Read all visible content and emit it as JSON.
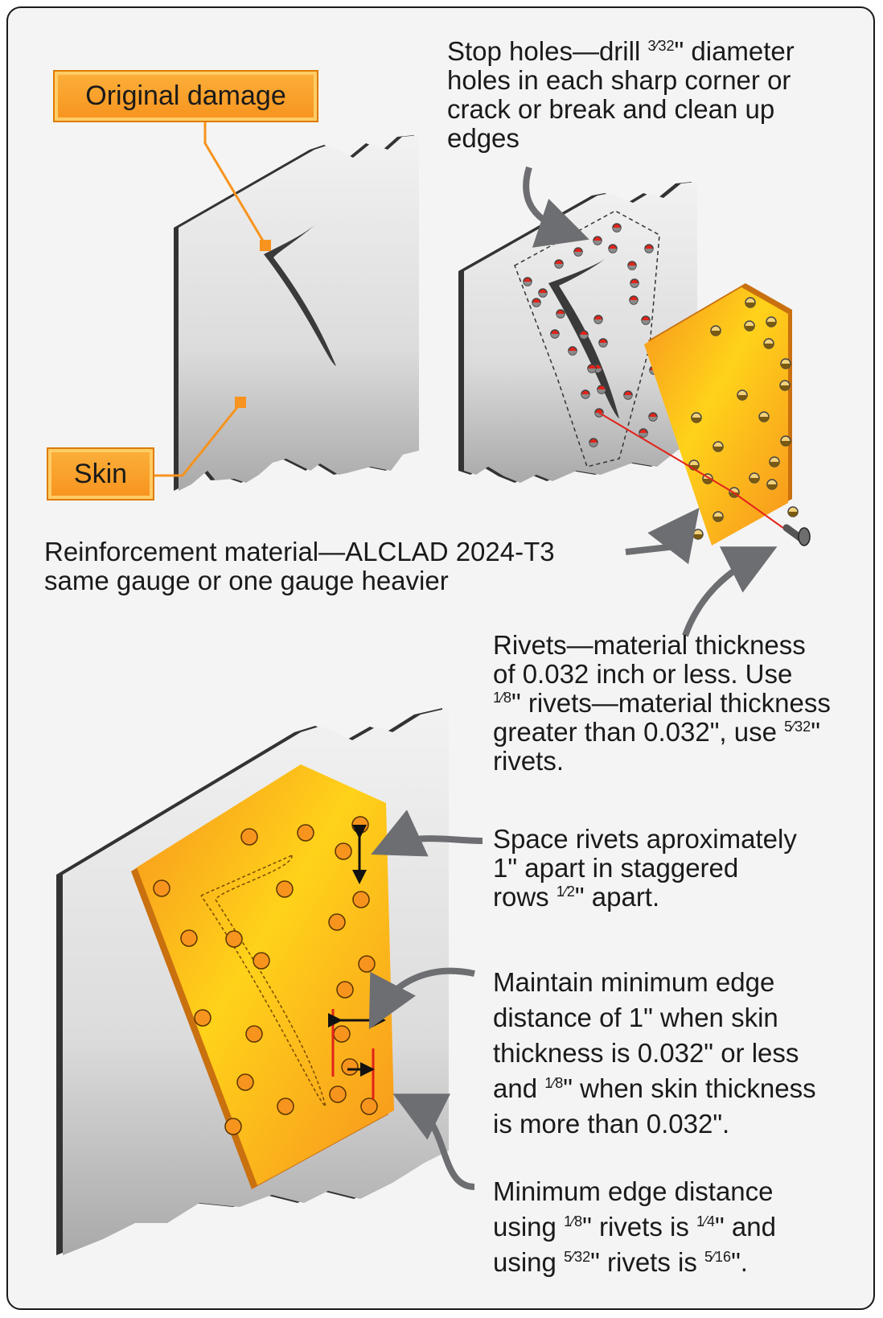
{
  "labels": {
    "original_damage": "Original damage",
    "skin": "Skin"
  },
  "notes": {
    "stop_holes": {
      "l1a": "Stop holes—drill ",
      "l1_frac": "3⁄32",
      "l1b": "\" diameter",
      "l2": "holes in each sharp  corner or",
      "l3": "crack or break and clean up",
      "l4": "edges"
    },
    "reinforcement": {
      "l1": "Reinforcement material—ALCLAD 2024-T3",
      "l2": "same gauge or one gauge heavier"
    },
    "rivets": {
      "l1": "Rivets—material thickness",
      "l2": "of 0.032 inch or less. Use",
      "l3_frac": "1⁄8",
      "l3": "\" rivets—material thickness",
      "l4": "greater than 0.032\", use ",
      "l4_frac": "5⁄32",
      "l4b": "\"",
      "l5": "rivets."
    },
    "spacing": {
      "l1": "Space rivets aproximately",
      "l2": "1\" apart in staggered",
      "l3": "rows ",
      "l3_frac": "1⁄2",
      "l3b": "\" apart."
    },
    "edge_min": {
      "l1": "Maintain minimum edge",
      "l2": "distance of 1\" when skin",
      "l3": "thickness is 0.032\" or less",
      "l4a": "and ",
      "l4_frac": "1⁄8",
      "l4b": "\" when  skin thickness",
      "l5": "is more than 0.032\"."
    },
    "edge_using": {
      "l1": "Minimum edge distance",
      "l2a": "using ",
      "l2_frac1": "1⁄8",
      "l2b": "\" rivets is ",
      "l2_frac2": "1⁄4",
      "l2c": "\" and",
      "l3a": "using ",
      "l3_frac1": "5⁄32",
      "l3b": "\" rivets is ",
      "l3_frac2": "5⁄16",
      "l3c": "\"."
    }
  },
  "colors": {
    "callout": "#f7931e",
    "callout_border": "#e07b00",
    "patch": "#f9a51a",
    "stop_hole": "#e2231a",
    "edge_mark": "#e2231a",
    "pointer": "#6d6e71",
    "skin": "#d9d9d9"
  },
  "icons": [
    "pointer-arrow",
    "leader-line",
    "double-arrow",
    "rivet"
  ]
}
